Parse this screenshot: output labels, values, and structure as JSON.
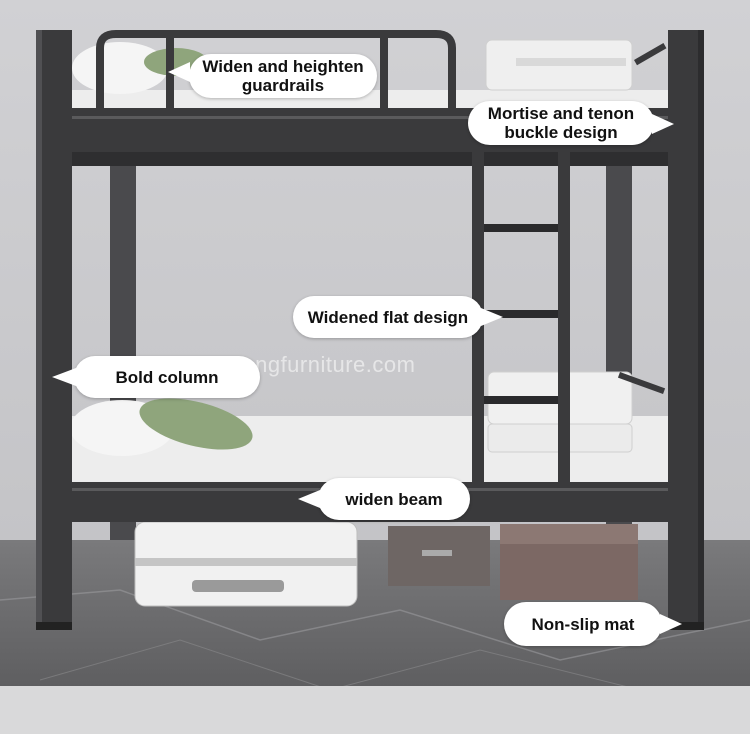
{
  "watermark": "huiyangfurniture.com",
  "callouts": {
    "guardrails": "Widen and heighten guardrails",
    "mortise": "Mortise and tenon buckle design",
    "flat": "Widened flat design",
    "column": "Bold column",
    "beam": "widen beam",
    "mat": "Non-slip mat"
  },
  "colors": {
    "wall": "#c9c9cc",
    "frame": "#3a3a3c",
    "mattress": "#ececec",
    "pillow_green": "#8da37a",
    "floor": "#6b6b6d"
  }
}
